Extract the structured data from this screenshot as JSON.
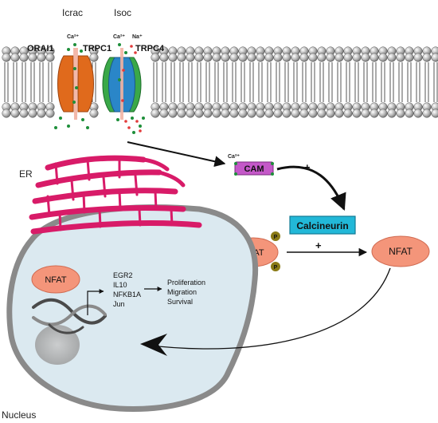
{
  "labels": {
    "icrac": "Icrac",
    "isoc": "Isoc",
    "orai1": "ORAI1",
    "trpc1": "TRPC1",
    "trpc4": "TRPC4",
    "ca_top_left": "Ca²⁺",
    "ca_top_mid": "Ca²⁺",
    "na_top": "Na⁺",
    "ca_cam": "Ca²⁺",
    "er": "ER",
    "cam": "CAM",
    "plus_upper": "+",
    "calcineurin": "Calcineurin",
    "plus_lower": "+",
    "nfat_phos": "NFAT",
    "nfat_free": "NFAT",
    "nfat_nucleus": "NFAT",
    "phosphate": "P",
    "genes": [
      "EGR2",
      "IL10",
      "NFKB1A",
      "Jun"
    ],
    "outcomes": [
      "Proliferation",
      "Migration",
      "Survival"
    ],
    "nucleus": "Nucleus"
  },
  "colors": {
    "membrane_head": "#9a9a9a",
    "orai": "#e06a1c",
    "trpc_blue": "#2a86c8",
    "trpc_green": "#3aa848",
    "er": "#d81b68",
    "cam": "#c458c8",
    "calcineurin": "#22b8d8",
    "nfat": "#f4957a",
    "phosphate": "#8a7a14",
    "nucleus_fill": "#dbe9f0",
    "nucleus_border": "#888888",
    "dot_green": "#1e8f3a",
    "dot_red": "#e23b3b",
    "arrow": "#111111"
  }
}
